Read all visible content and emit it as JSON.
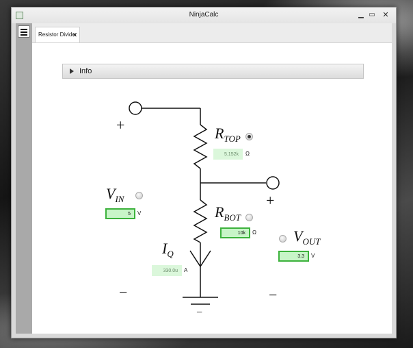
{
  "window": {
    "title": "NinjaCalc"
  },
  "tabs": [
    {
      "label": "Resistor Divider",
      "close": "✕"
    }
  ],
  "sidebar": {
    "menu_icon": "hamburger-icon"
  },
  "info": {
    "label": "Info"
  },
  "window_controls": {
    "minimize": "▁",
    "maximize": "▭",
    "close": "✕"
  },
  "calculator": {
    "vin": {
      "label": "V",
      "subscript": "IN",
      "value": "5",
      "unit": "V",
      "selected": false
    },
    "rtop": {
      "label": "R",
      "subscript": "TOP",
      "value": "5.152k",
      "unit": "Ω",
      "selected": true
    },
    "rbot": {
      "label": "R",
      "subscript": "BOT",
      "value": "10k",
      "unit": "Ω",
      "selected": false
    },
    "vout": {
      "label": "V",
      "subscript": "OUT",
      "value": "3.3",
      "unit": "V",
      "selected": false
    },
    "iq": {
      "label": "I",
      "subscript": "Q",
      "value": "330.0u",
      "unit": "A"
    }
  },
  "signs": {
    "plus": "+",
    "minus": "−"
  },
  "colors": {
    "input_bg": "#c8f5c8",
    "input_border": "#3cb23c",
    "output_bg": "#dbf7db"
  }
}
